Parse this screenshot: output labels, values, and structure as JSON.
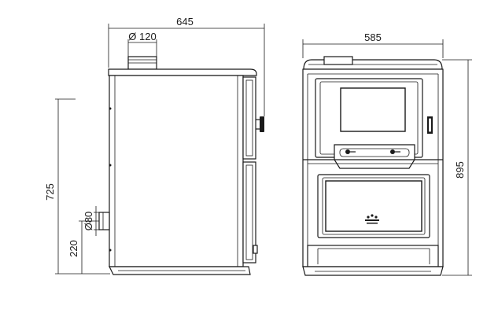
{
  "dimensions": {
    "side_width": "645",
    "front_width": "585",
    "overall_height": "895",
    "body_height": "725",
    "flue_diameter_top": "Ø 120",
    "rear_outlet_diameter": "Ø80",
    "rear_outlet_height": "220"
  }
}
